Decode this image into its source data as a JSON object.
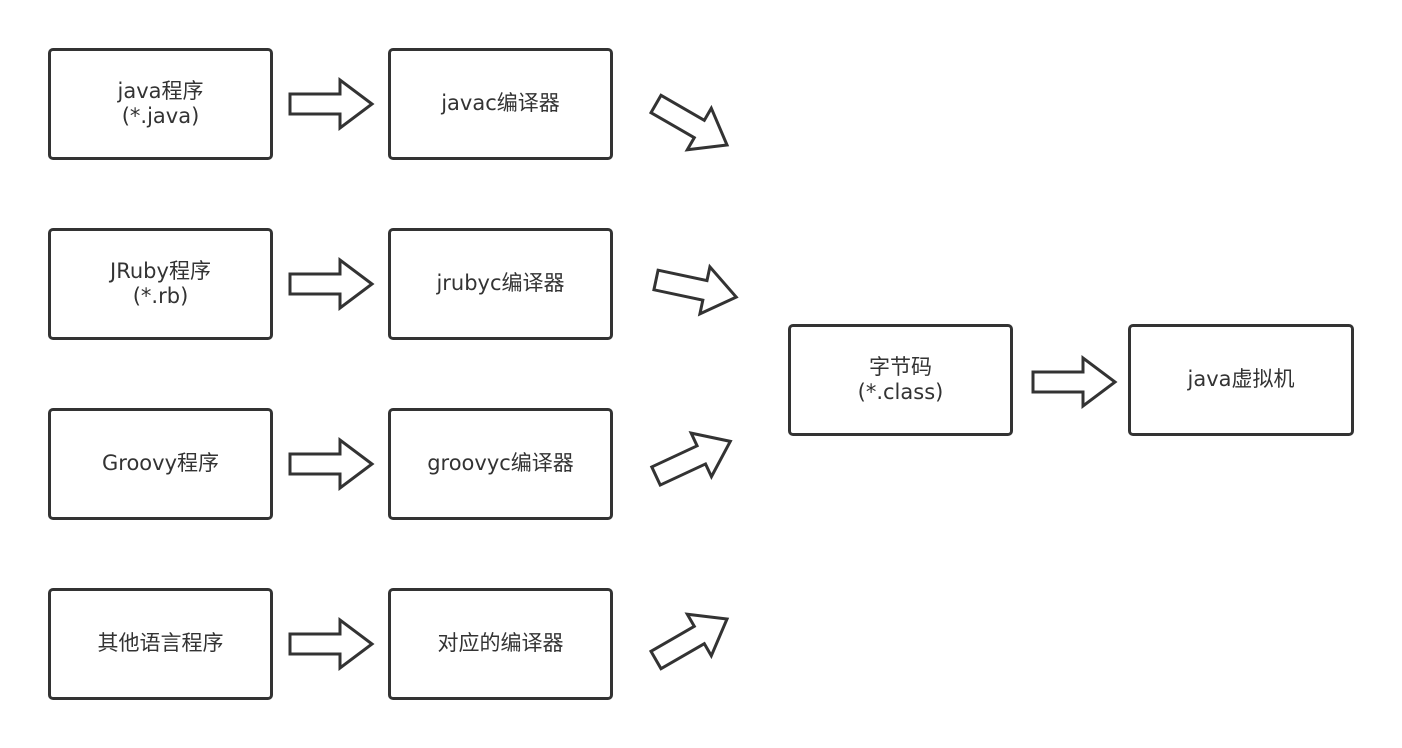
{
  "sources": [
    {
      "program": "java程序",
      "ext": "(*.java)",
      "compiler": "javac编译器"
    },
    {
      "program": "JRuby程序",
      "ext": "(*.rb)",
      "compiler": "jrubyc编译器"
    },
    {
      "program": "Groovy程序",
      "ext": "",
      "compiler": "groovyc编译器"
    },
    {
      "program": "其他语言程序",
      "ext": "",
      "compiler": "对应的编译器"
    }
  ],
  "bytecode": {
    "label": "字节码",
    "ext": "(*.class)"
  },
  "jvm": {
    "label": "java虚拟机"
  }
}
